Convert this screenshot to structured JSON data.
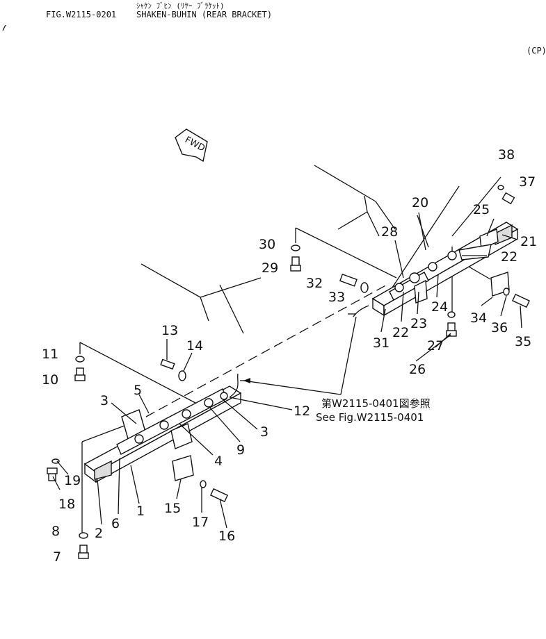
{
  "header": {
    "jp_title": "ｼｬｹﾝ ﾌﾞﾋﾝ (ﾘﾔｰ ﾌﾞﾗｹｯﾄ)",
    "fig_no": "FIG.W2115-0201",
    "title": "SHAKEN-BUHIN (REAR BRACKET)",
    "corner_code": "(CP)"
  },
  "fwd_label": "FWD",
  "callouts": [
    "1",
    "2",
    "3",
    "3",
    "4",
    "5",
    "6",
    "7",
    "8",
    "9",
    "10",
    "11",
    "12",
    "13",
    "14",
    "15",
    "16",
    "17",
    "18",
    "19",
    "20",
    "21",
    "22",
    "22",
    "23",
    "24",
    "25",
    "26",
    "27",
    "28",
    "29",
    "30",
    "31",
    "32",
    "33",
    "34",
    "35",
    "36",
    "37",
    "38"
  ],
  "reference_note": {
    "jp": "第W2115-0401図参照",
    "en": "See Fig.W2115-0401"
  }
}
